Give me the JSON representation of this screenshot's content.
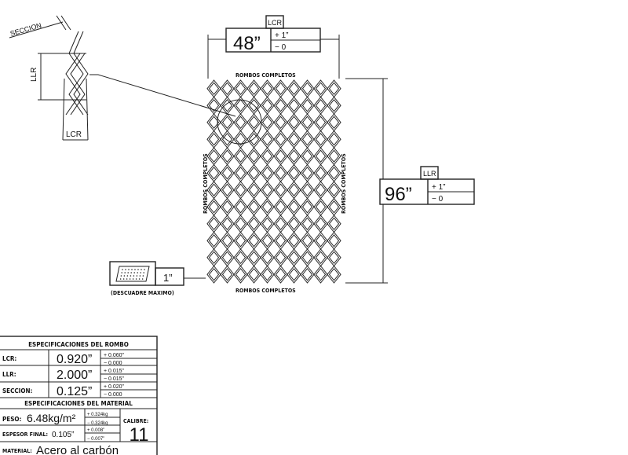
{
  "detail": {
    "section_label": "SECCION",
    "llr_label": "LLR",
    "lcr_label": "LCR"
  },
  "width_dim": {
    "tag": "LCR",
    "value": "48”",
    "plus": "+  1”",
    "minus": "−  0"
  },
  "length_dim": {
    "tag": "LLR",
    "value": "96”",
    "plus": "+  1”",
    "minus": "−  0"
  },
  "mesh": {
    "top_label": "ROMBOS  COMPLETOS",
    "bottom_label": "ROMBOS  COMPLETOS",
    "left_label": "ROMBOS COMPLETOS",
    "right_label": "ROMBOS COMPLETOS"
  },
  "squareness": {
    "value": "1”",
    "caption": "(DESCUADRE MAXIMO)"
  },
  "spec_table": {
    "rhombus_title": "ESPECIFICACIONES DEL ROMBO",
    "rows": [
      {
        "label": "LCR:",
        "value": "0.920”",
        "plus": "+ 0.060”",
        "minus": "− 0.000"
      },
      {
        "label": "LLR:",
        "value": "2.000”",
        "plus": "+ 0.015”",
        "minus": "− 0.015”"
      },
      {
        "label": "SECCION:",
        "value": "0.125”",
        "plus": "+ 0.020”",
        "minus": "− 0.000"
      }
    ],
    "material_title": "ESPECIFICACIONES DEL MATERIAL",
    "weight_label": "PESO:",
    "weight_value": "6.48kg/m²",
    "weight_plus": "+ 0.324kg",
    "weight_minus": "− 0.324kg",
    "thickness_label": "ESPESOR FINAL:",
    "thickness_value": "0.105”",
    "thickness_plus": "+ 0.008”",
    "thickness_minus": "− 0.007”",
    "gauge_label": "CALIBRE:",
    "gauge_value": "11",
    "material_label": "MATERIAL:",
    "material_value": "Acero al carbón"
  }
}
